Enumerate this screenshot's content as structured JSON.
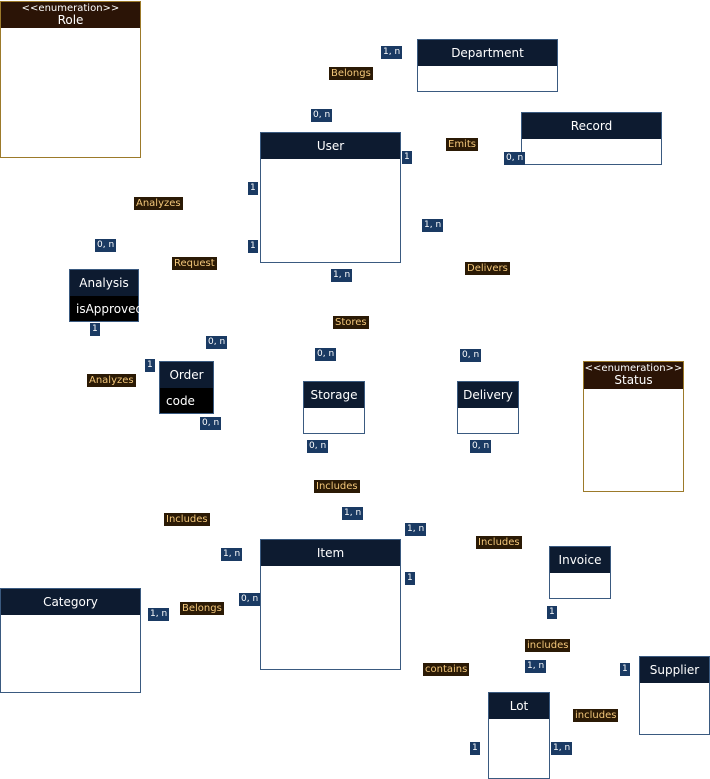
{
  "enums": {
    "role": {
      "stereotype": "<<enumeration>>",
      "name": "Role"
    },
    "status": {
      "stereotype": "<<enumeration>>",
      "name": "Status"
    }
  },
  "classes": {
    "department": {
      "name": "Department"
    },
    "record": {
      "name": "Record"
    },
    "user": {
      "name": "User"
    },
    "analysis": {
      "name": "Analysis",
      "attribute": "isApproved"
    },
    "order": {
      "name": "Order",
      "attribute": "code"
    },
    "storage": {
      "name": "Storage"
    },
    "delivery": {
      "name": "Delivery"
    },
    "item": {
      "name": "Item"
    },
    "invoice": {
      "name": "Invoice"
    },
    "category": {
      "name": "Category"
    },
    "supplier": {
      "name": "Supplier"
    },
    "lot": {
      "name": "Lot"
    }
  },
  "relations": {
    "belongs_dept": "Belongs",
    "emits": "Emits",
    "analyzes_top": "Analyzes",
    "request": "Request",
    "delivers": "Delivers",
    "stores": "Stores",
    "analyzes_left": "Analyzes",
    "includes_storage": "Includes",
    "includes_order": "Includes",
    "includes_invoice": "Includes",
    "belongs_cat": "Belongs",
    "includes_lot": "includes",
    "contains": "contains",
    "includes_supplier": "includes"
  },
  "cardinalities": {
    "dept_belongs": "1, n",
    "user_belongs": "0, n",
    "user_emits": "1",
    "record_emits": "0, n",
    "user_analyzes": "1",
    "user_request": "1",
    "analysis_analyzes_top": "0, n",
    "user_delivers": "1, n",
    "user_stores": "1, n",
    "analysis_bottom": "1",
    "order_request": "0, n",
    "order_left": "1",
    "storage_stores": "0, n",
    "delivery_delivers": "0, n",
    "order_includes": "0, n",
    "storage_includes": "0, n",
    "delivery_bottom": "0, n",
    "item_includes_storage": "1, n",
    "item_includes_delivery": "1, n",
    "item_includes_order": "1, n",
    "item_lot": "1",
    "item_belongs": "0, n",
    "category_belongs": "1, n",
    "invoice_bottom": "1",
    "lot_includes": "1, n",
    "supplier_left": "1",
    "lot_left": "1",
    "lot_right": "1, n"
  }
}
